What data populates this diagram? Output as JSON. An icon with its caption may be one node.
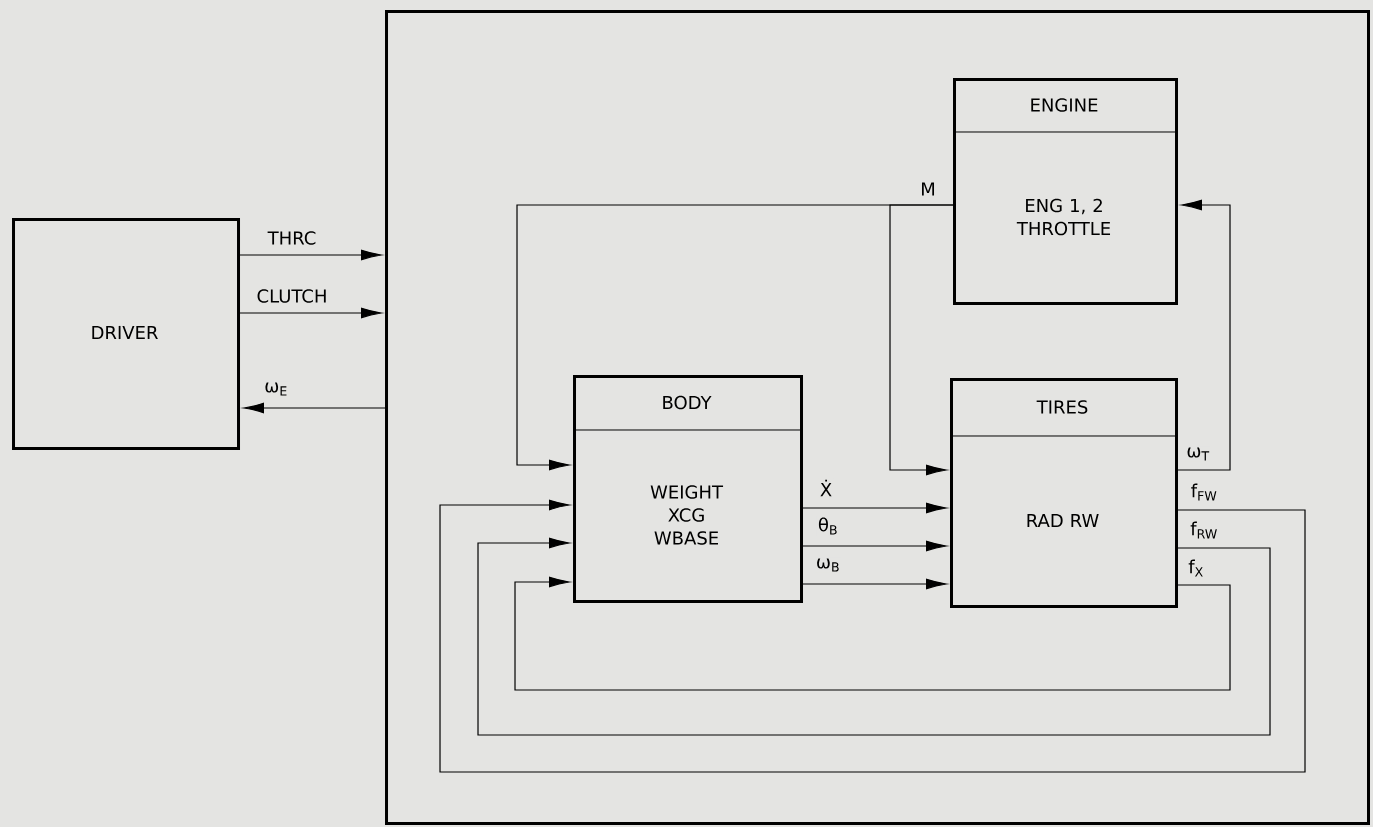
{
  "diagram": {
    "nodes": [
      {
        "text": [
          "DRIVER"
        ]
      },
      {
        "text": [],
        "shape": "box"
      },
      {
        "text": [
          "ENGINE",
          "ENG 1, 2 THROTTLE"
        ],
        "in": 1
      },
      {
        "text": [
          "BODY",
          "WEIGHT XCG WBASE"
        ],
        "in": 1
      },
      {
        "text": [
          "TIRES",
          "RAD RW"
        ],
        "in": 1
      }
    ],
    "edges": [
      {
        "from": 0,
        "to": 1,
        "arrow": "to",
        "label": "THRC"
      },
      {
        "from": 0,
        "to": 1,
        "arrow": "to",
        "label": "CLUTCH"
      },
      {
        "from": 1,
        "to": 0,
        "arrow": "to",
        "label": "ω$_{E}$"
      },
      {
        "from": 2,
        "to": 3,
        "arrow": "to",
        "label": "M"
      },
      {
        "from": 2,
        "to": 4,
        "arrow": "to"
      },
      {
        "from": 3,
        "to": 4,
        "arrow": "to",
        "label": "Ẋ"
      },
      {
        "from": 3,
        "to": 4,
        "arrow": "to",
        "label": "θ$_{B}$"
      },
      {
        "from": 3,
        "to": 4,
        "arrow": "to",
        "label": "ω$_{B}$"
      },
      {
        "from": 4,
        "to": 2,
        "arrow": "to",
        "label": "ω$_{T}$"
      },
      {
        "from": 4,
        "to": 3,
        "arrow": "to",
        "label": "f$_{FW}$"
      },
      {
        "from": 4,
        "to": 3,
        "arrow": "to",
        "label": "f$_{RW}$"
      },
      {
        "from": 4,
        "to": 3,
        "arrow": "to",
        "label": "f$_{X}$"
      }
    ]
  }
}
